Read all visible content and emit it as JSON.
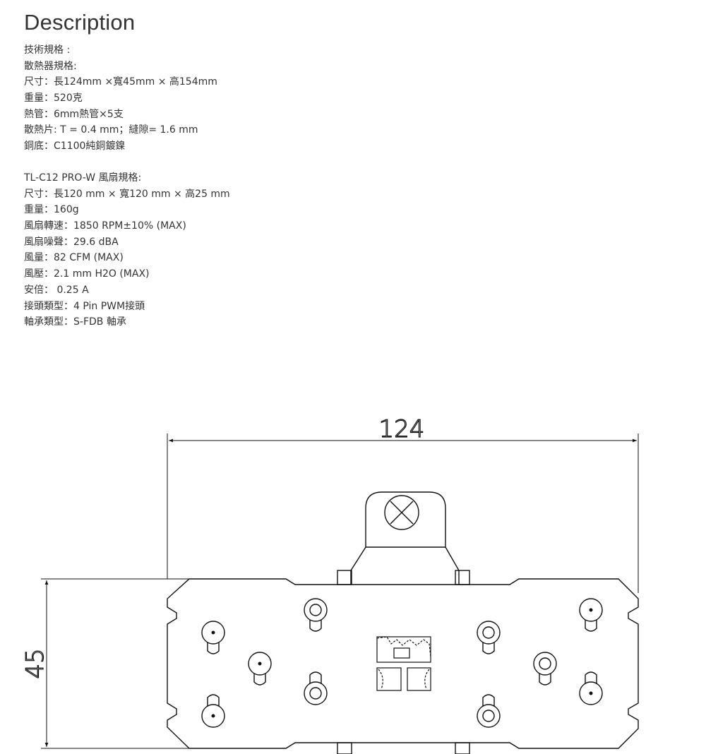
{
  "heading": "Description",
  "spec_heatsink": {
    "section_label": "技術規格 :",
    "subtitle": "散熱器規格:",
    "lines": [
      "尺寸：長124mm ×寬45mm × 高154mm",
      "重量：520克",
      "熱管：6mm熱管×5支",
      "散熱片: T = 0.4 mm；縫隙= 1.6 mm",
      "銅底：C1100純銅鍍鎳"
    ]
  },
  "spec_fan": {
    "subtitle": "TL-C12 PRO-W 風扇規格:",
    "lines": [
      "尺寸：長120 mm × 寬120 mm × 高25 mm",
      "重量：160g",
      "風扇轉速：1850 RPM±10% (MAX)",
      "風扇噪聲：29.6 dBA",
      "風量：82 CFM (MAX)",
      "風壓：2.1 mm H2O (MAX)",
      "安倍： 0.25 A",
      "接頭類型：4 Pin PWM接頭",
      "軸承類型：S-FDB 軸承"
    ]
  },
  "drawing": {
    "width_dimension": "124",
    "height_dimension": "45"
  }
}
